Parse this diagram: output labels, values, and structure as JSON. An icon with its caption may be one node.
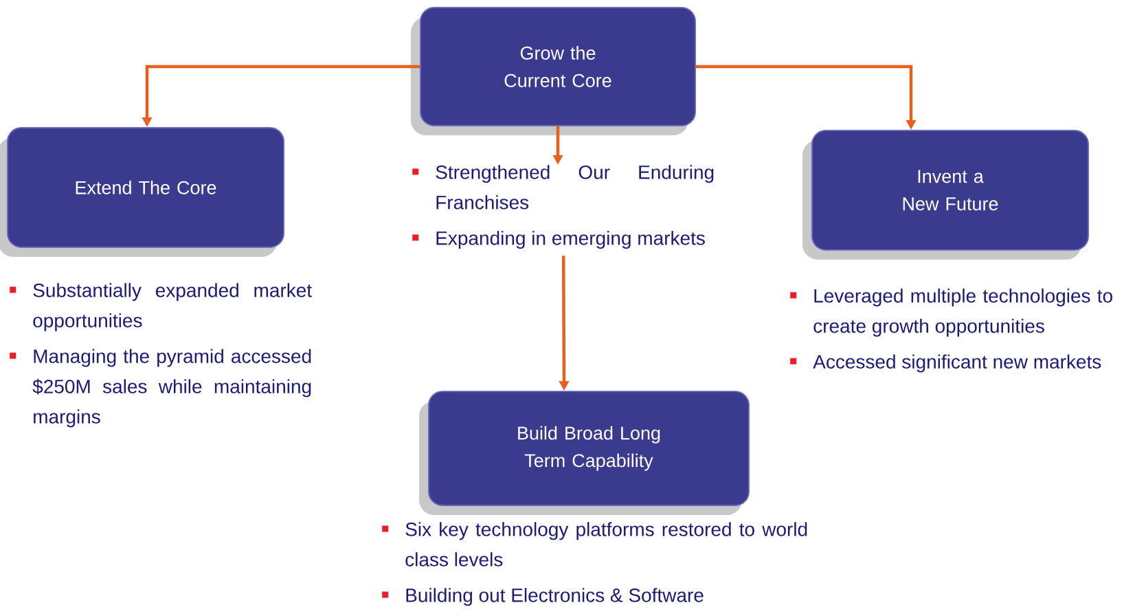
{
  "diagram": {
    "nodes": [
      {
        "text": [
          "Grow the Current Core"
        ]
      },
      {
        "text": [
          "Extend The Core"
        ],
        "beside": [
          "Substantially expanded market opportunities",
          "Managing the pyramid accessed $250M sales while maintaining margins"
        ]
      },
      {
        "text": [
          "Invent a New Future"
        ],
        "beside": [
          "Leveraged multiple technologies to create growth opportunities",
          "Accessed significant new markets"
        ]
      },
      {
        "text": [
          "Build Broad Long Term Capability"
        ],
        "beside": [
          "Six key technology platforms restored to world class levels",
          "Building out Electronics & Software"
        ]
      },
      {
        "text": [
          "Strengthened Our Enduring Franchises",
          "Expanding in emerging markets"
        ]
      }
    ],
    "edges": [
      {
        "from": 0,
        "to": 1,
        "arrow": "to"
      },
      {
        "from": 0,
        "to": 2,
        "arrow": "to"
      },
      {
        "from": 0,
        "to": 4,
        "arrow": "to"
      },
      {
        "from": 4,
        "to": 3,
        "arrow": "to"
      }
    ]
  }
}
